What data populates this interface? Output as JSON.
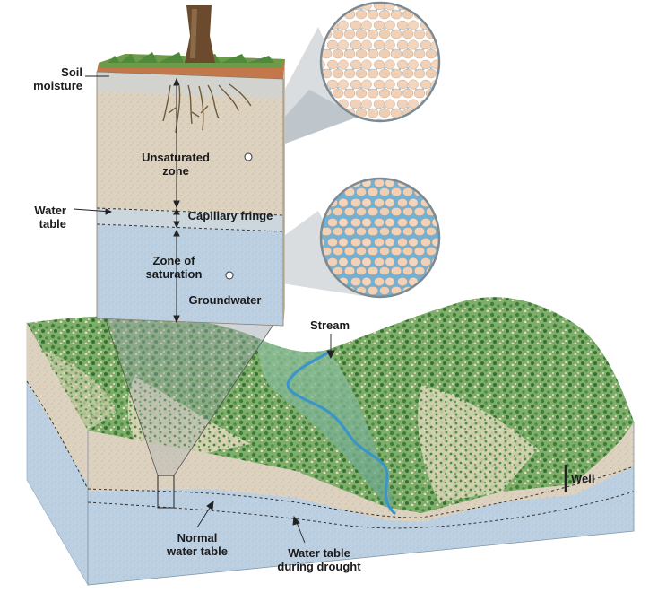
{
  "labels": {
    "soil_moisture": [
      "Soil",
      "moisture"
    ],
    "water_table": [
      "Water",
      "table"
    ],
    "unsaturated_zone": [
      "Unsaturated",
      "zone"
    ],
    "capillary_fringe": "Capillary fringe",
    "zone_of_saturation": [
      "Zone of",
      "saturation"
    ],
    "groundwater": "Groundwater",
    "stream": "Stream",
    "well": "Well",
    "normal_water_table": [
      "Normal",
      "water table"
    ],
    "water_table_drought": [
      "Water table",
      "during drought"
    ]
  },
  "colors": {
    "soil_tan": "#ddd2bf",
    "saturated_blue": "#bcd0e2",
    "forest_green": "#5f9a55",
    "stream_blue": "#3c95c8",
    "grain": "#f1d2b8"
  }
}
